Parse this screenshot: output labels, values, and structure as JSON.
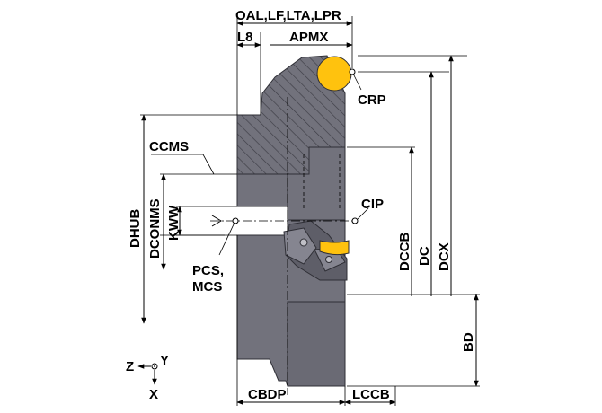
{
  "colors": {
    "body_gray": "#72727c",
    "body_gray_dark": "#5e5e68",
    "hatch_line": "#3d3d45",
    "insert_yellow": "#ffc20e",
    "line": "#000000"
  },
  "labels": {
    "oal_group": "OAL,LF,LTA,LPR",
    "l8": "L8",
    "apmx": "APMX",
    "crp": "CRP",
    "ccms": "CCMS",
    "cip": "CIP",
    "dhub": "DHUB",
    "dconms": "DCONMS",
    "kww": "KWW",
    "pcs": "PCS,",
    "mcs": "MCS",
    "dccb": "DCCB",
    "dc": "DC",
    "dcx": "DCX",
    "bd": "BD",
    "cbdp": "CBDP",
    "lccb": "LCCB",
    "axis_z": "Z",
    "axis_y": "Y",
    "axis_x": "X"
  }
}
